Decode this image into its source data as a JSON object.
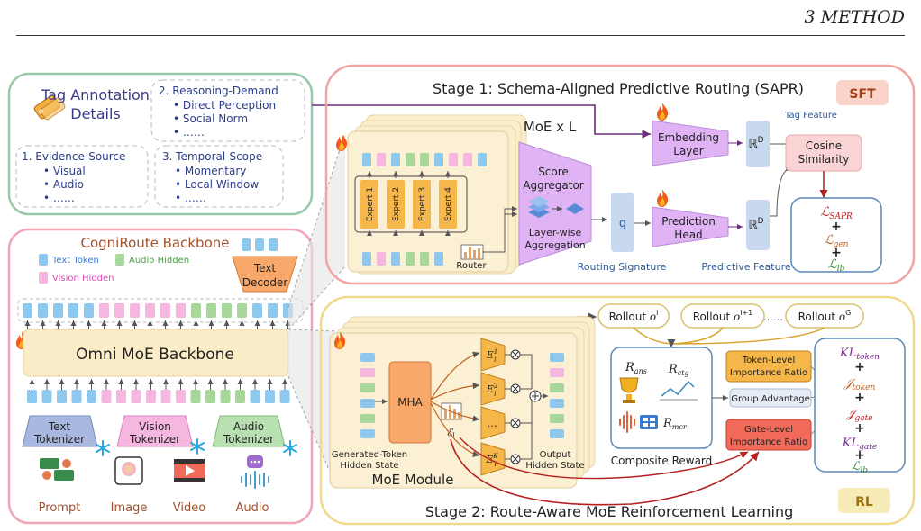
{
  "header": {
    "section": "3   METHOD"
  },
  "tags": {
    "title1": "Tag Annotation",
    "title2": "Details",
    "g2_title": "2. Reasoning-Demand",
    "g2_items": [
      "Direct Perception",
      "Social Norm",
      "……"
    ],
    "g1_title": "1.   Evidence-Source",
    "g1_items": [
      "Visual",
      "Audio",
      "……"
    ],
    "g3_title": "3. Temporal-Scope",
    "g3_items": [
      "Momentary",
      "Local Window",
      "……"
    ]
  },
  "backbone": {
    "title": "CogniRoute Backbone",
    "legend": [
      "Text Token",
      "Audio Hidden",
      "Vision Hidden"
    ],
    "text_decoder": [
      "Text",
      "Decoder"
    ],
    "omni": "Omni MoE Backbone",
    "text_tokenizer": [
      "Text",
      "Tokenizer"
    ],
    "vision_tokenizer": [
      "Vision",
      "Tokenizer"
    ],
    "audio_tokenizer": [
      "Audio",
      "Tokenizer"
    ],
    "inputs": [
      "Prompt",
      "Image",
      "Video",
      "Audio"
    ]
  },
  "stage1": {
    "title": "Stage 1: Schema-Aligned Predictive Routing (SAPR)",
    "badge": "SFT",
    "moe_x_l": "MoE x L",
    "experts": [
      "Expert 1",
      "Expert 2",
      "Expert 3",
      "Expert 4"
    ],
    "router": "Router",
    "score_aggregator": [
      "Score",
      "Aggregator"
    ],
    "layerwise": [
      "Layer-wise",
      "Aggregation"
    ],
    "g": "g",
    "routing_signature": "Routing Signature",
    "embedding_layer": [
      "Embedding",
      "Layer"
    ],
    "prediction_head": [
      "Prediction",
      "Head"
    ],
    "rd": "ℝ",
    "rd_sup": "D",
    "tag_feature": "Tag Feature",
    "predictive_feature": "Predictive Feature",
    "cosine": [
      "Cosine",
      "Similarity"
    ],
    "loss_sapr": "ℒ",
    "loss_sapr_sub": "SAPR",
    "loss_gen_sub": "gen",
    "loss_lb_sub": "lb",
    "plus": "+"
  },
  "stage2": {
    "title": "Stage 2: Route-Aware MoE Reinforcement Learning",
    "badge": "RL",
    "rollout_label": "Rollout",
    "rollout_sups": [
      "i",
      "i+1",
      "G"
    ],
    "rollout_dots": "……",
    "mha": "MHA",
    "gen_token": [
      "Generated-Token",
      "Hidden State"
    ],
    "output_hidden": [
      "Output",
      "Hidden State"
    ],
    "moe_module": "MoE Module",
    "expert_sups": [
      "1",
      "2",
      "K"
    ],
    "expert_sub": "l",
    "dots": "…",
    "r_ans_sub": "ans",
    "r_ctg_sub": "ctg",
    "r_mcr_sub": "mcr",
    "composite_reward": "Composite Reward",
    "token_ratio": [
      "Token-Level",
      "Importance Ratio"
    ],
    "group_adv": "Group Advantage",
    "gate_ratio": [
      "Gate-Level",
      "Importance Ratio"
    ],
    "kl_token_sub": "token",
    "j_token_sub": "token",
    "j_gate_sub": "gate",
    "kl_gate_sub": "gate",
    "l_lb_sub": "lb"
  },
  "colors": {
    "text_token": "#8ec8ee",
    "audio_hidden": "#a8d79a",
    "vision_hidden": "#f5b6e0",
    "purple": "#e0b3f5",
    "stage1_border": "#f2a3a3",
    "stage2_border": "#f0d98a",
    "tags_border": "#9bc8a8",
    "backbone_border": "#f1a6b8",
    "omni_fill": "#fbecc8"
  }
}
